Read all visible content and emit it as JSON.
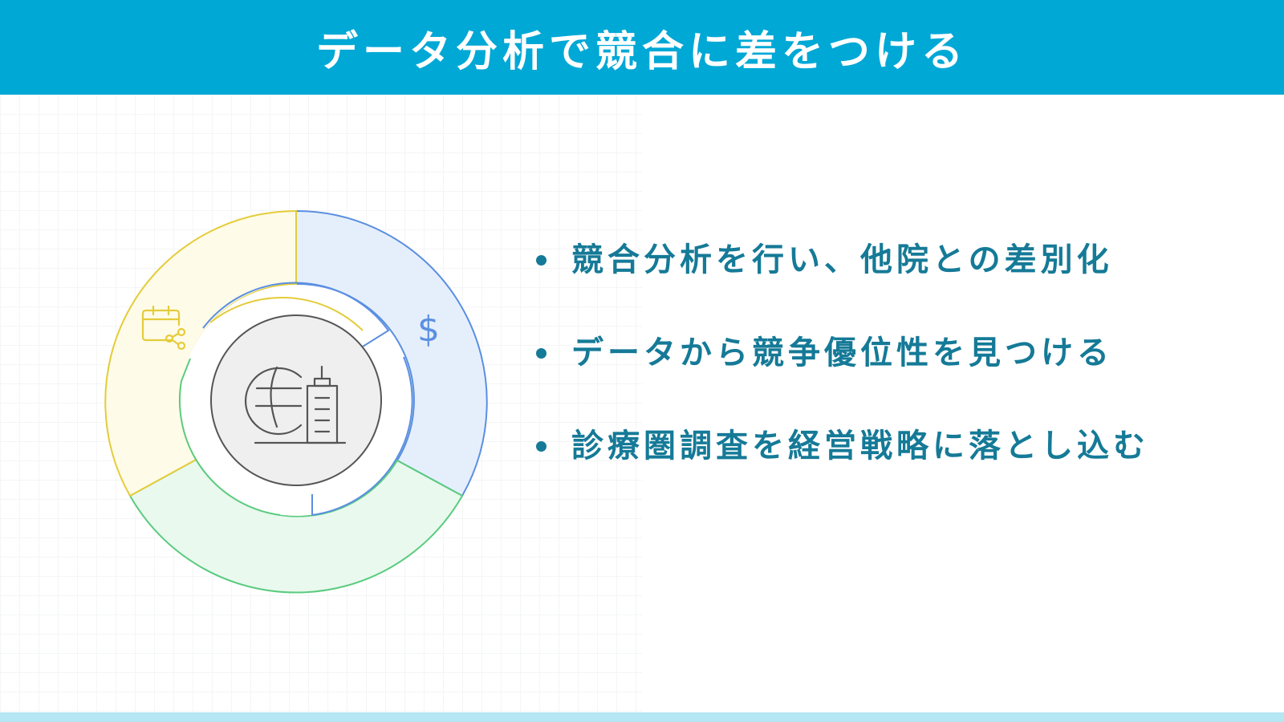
{
  "header": {
    "title": "データ分析で競合に差をつける"
  },
  "diagram": {
    "center_icon": "globe-building-icon",
    "segments": [
      {
        "name": "blue",
        "icon": "dollar-icon",
        "icon_text": "$",
        "fill": "#e5effc",
        "stroke": "#5b8fe0"
      },
      {
        "name": "green",
        "icon": "none",
        "fill": "#e9f9ee",
        "stroke": "#5acb7f"
      },
      {
        "name": "yellow",
        "icon": "calendar-share-icon",
        "fill": "#fefbe8",
        "stroke": "#e4cc3a"
      }
    ]
  },
  "bullets": [
    {
      "text": "競合分析を行い、他院との差別化"
    },
    {
      "text": "データから競争優位性を見つける"
    },
    {
      "text": "診療圏調査を経営戦略に落とし込む"
    }
  ],
  "colors": {
    "header_bg": "#00a8d6",
    "bullet_text": "#157a97",
    "footer_bar": "#b5e6f3"
  }
}
